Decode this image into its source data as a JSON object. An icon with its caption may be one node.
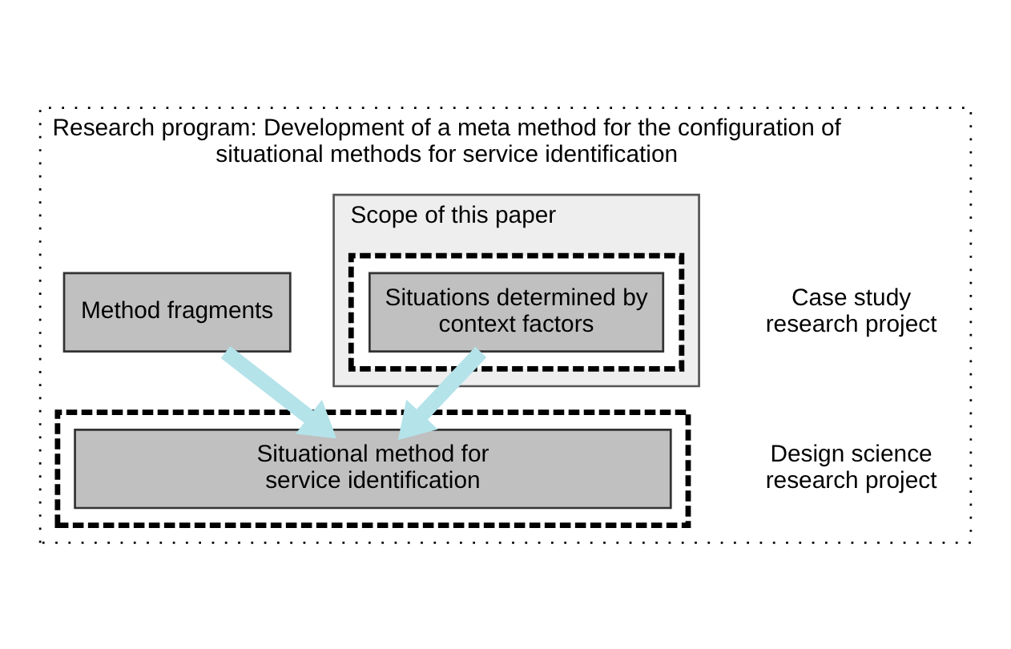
{
  "diagram": {
    "nodes": [
      {
        "text": [
          "Research program: Development of a meta method for the configuration of situational methods for service identification"
        ]
      },
      {
        "text": [
          "Scope of this paper"
        ],
        "in": 0
      },
      {
        "text": [],
        "shape": "box",
        "in": 1
      },
      {
        "text": [
          "Situations determined by context factors"
        ],
        "in": 2
      },
      {
        "text": [
          "Method fragments"
        ],
        "in": 0
      },
      {
        "text": [],
        "shape": "box",
        "in": 0
      },
      {
        "text": [
          "Situational method for service identification"
        ],
        "in": 5
      }
    ],
    "edges": [
      {
        "from": 3,
        "to": 6,
        "arrow": "to"
      },
      {
        "from": 4,
        "to": 6,
        "arrow": "to"
      }
    ],
    "labels": [
      "Case study research project",
      "Design science research project"
    ]
  }
}
